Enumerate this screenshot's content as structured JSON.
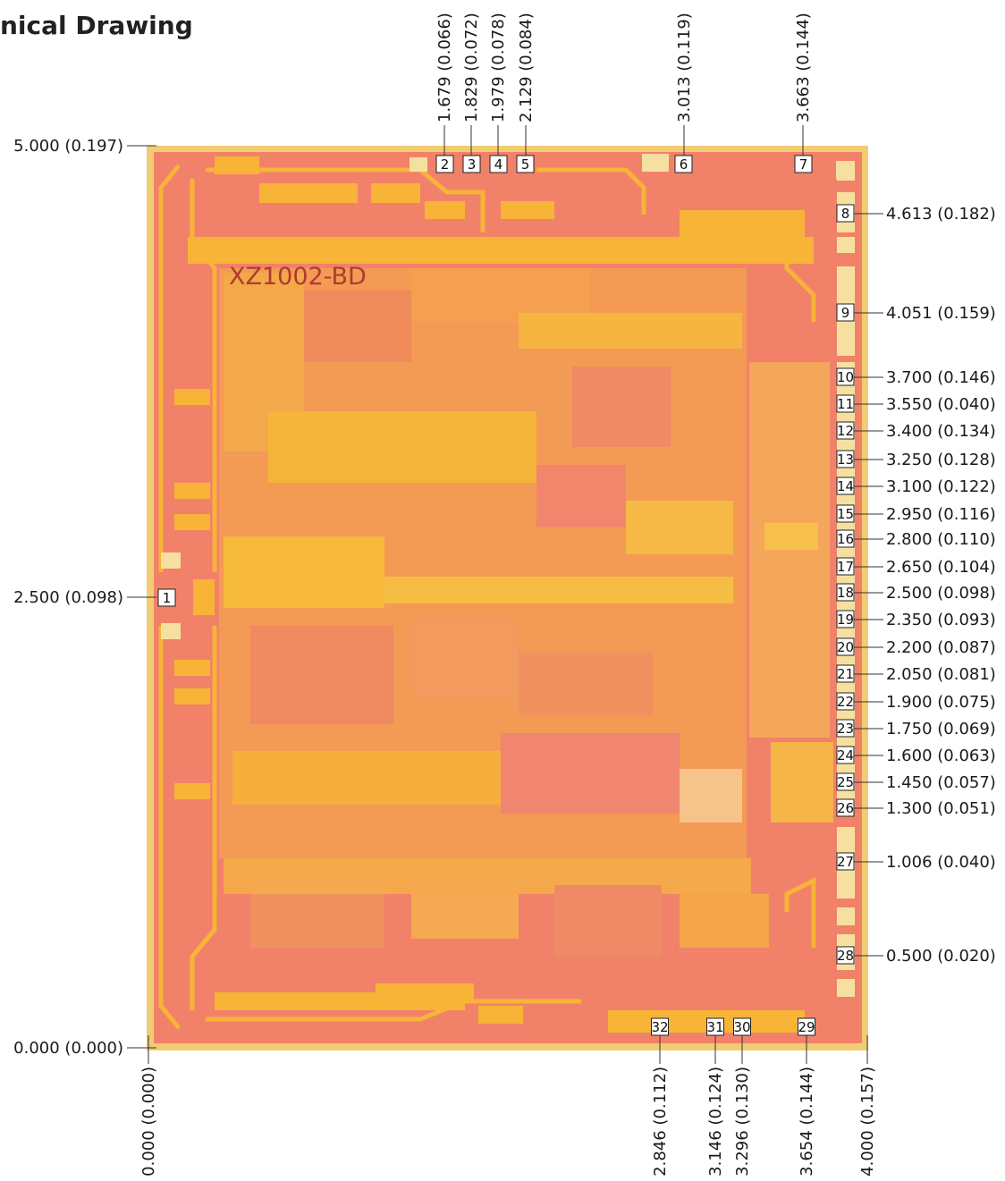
{
  "title": "nical Drawing",
  "die_label": "XZ1002-BD",
  "colors": {
    "frame": "#f2cc72",
    "die": "#f2816a",
    "metal": "#f7b437",
    "metal_light": "#f6c24a",
    "pink": "#f27a6e",
    "line": "#333333"
  },
  "top_dims": [
    {
      "pad": "2",
      "text": "1.679 (0.066)"
    },
    {
      "pad": "3",
      "text": "1.829 (0.072)"
    },
    {
      "pad": "4",
      "text": "1.979 (0.078)"
    },
    {
      "pad": "5",
      "text": "2.129 (0.084)"
    },
    {
      "pad": "6",
      "text": "3.013 (0.119)"
    },
    {
      "pad": "7",
      "text": "3.663 (0.144)"
    }
  ],
  "left_dims": [
    {
      "text": "5.000 (0.197)"
    },
    {
      "text": "2.500 (0.098)",
      "pad": "1"
    },
    {
      "text": "0.000 (0.000)"
    }
  ],
  "right_dims": [
    {
      "pad": "8",
      "text": "4.613 (0.182)"
    },
    {
      "pad": "9",
      "text": "4.051 (0.159)"
    },
    {
      "pad": "10",
      "text": "3.700 (0.146)"
    },
    {
      "pad": "11",
      "text": "3.550 (0.040)"
    },
    {
      "pad": "12",
      "text": "3.400 (0.134)"
    },
    {
      "pad": "13",
      "text": "3.250 (0.128)"
    },
    {
      "pad": "14",
      "text": "3.100 (0.122)"
    },
    {
      "pad": "15",
      "text": "2.950 (0.116)"
    },
    {
      "pad": "16",
      "text": "2.800 (0.110)"
    },
    {
      "pad": "17",
      "text": "2.650 (0.104)"
    },
    {
      "pad": "18",
      "text": "2.500 (0.098)"
    },
    {
      "pad": "19",
      "text": "2.350 (0.093)"
    },
    {
      "pad": "20",
      "text": "2.200 (0.087)"
    },
    {
      "pad": "21",
      "text": "2.050 (0.081)"
    },
    {
      "pad": "22",
      "text": "1.900 (0.075)"
    },
    {
      "pad": "23",
      "text": "1.750 (0.069)"
    },
    {
      "pad": "24",
      "text": "1.600 (0.063)"
    },
    {
      "pad": "25",
      "text": "1.450 (0.057)"
    },
    {
      "pad": "26",
      "text": "1.300 (0.051)"
    },
    {
      "pad": "27",
      "text": "1.006 (0.040)"
    },
    {
      "pad": "28",
      "text": "0.500 (0.020)"
    }
  ],
  "bottom_dims": [
    {
      "text": "0.000 (0.000)"
    },
    {
      "pad": "32",
      "text": "2.846 (0.112)"
    },
    {
      "pad": "31",
      "text": "3.146 (0.124)"
    },
    {
      "pad": "30",
      "text": "3.296 (0.130)"
    },
    {
      "pad": "29",
      "text": "3.654 (0.144)"
    },
    {
      "text": "4.000 (0.157)"
    }
  ]
}
